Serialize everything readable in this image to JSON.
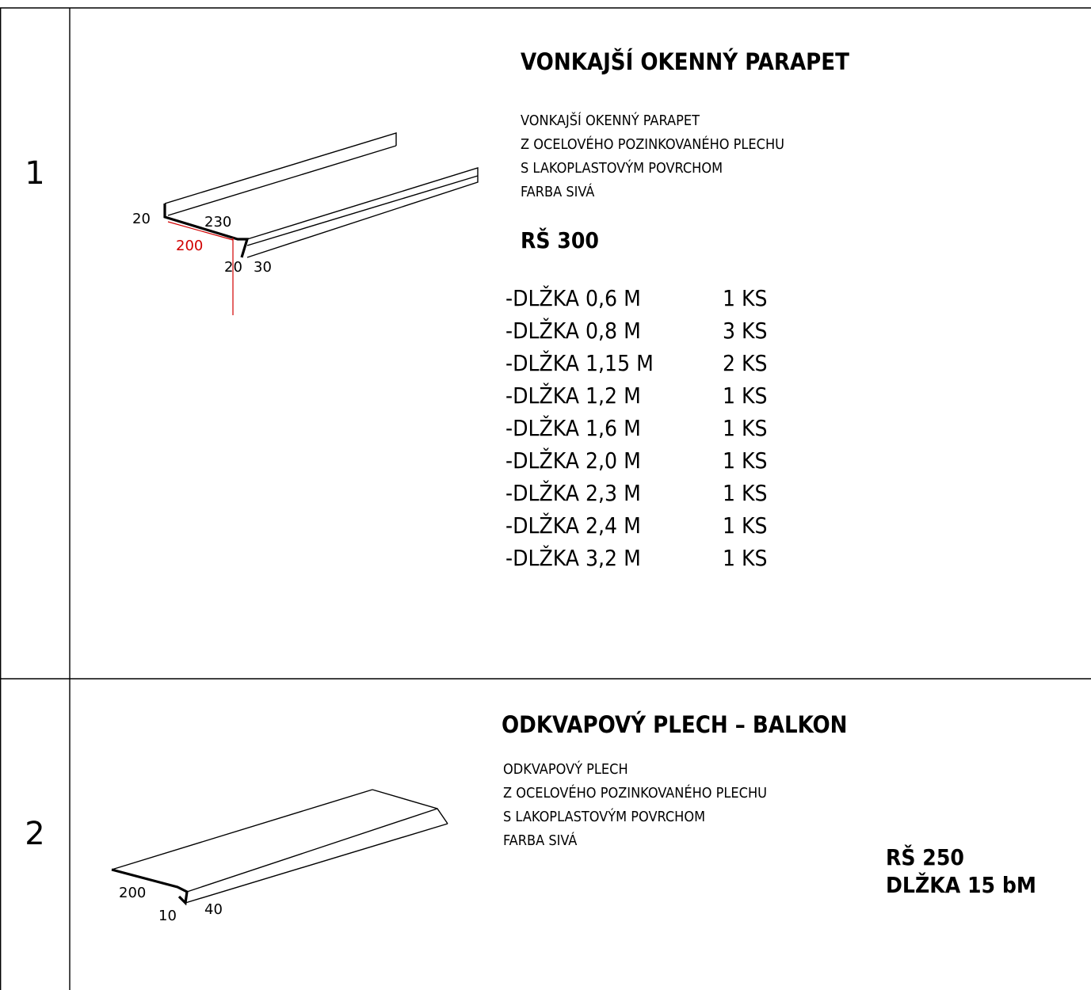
{
  "row1": {
    "number": "1",
    "title": "VONKAJŠÍ OKENNÝ PARAPET",
    "description": [
      "VONKAJŠÍ OKENNÝ PARAPET",
      "Z OCELOVÉHO POZINKOVANÉHO PLECHU",
      "S LAKOPLASTOVÝM POVRCHOM",
      "FARBA SIVÁ"
    ],
    "rs": "RŠ 300",
    "items": [
      {
        "length": "-DLŽKA 0,6 M",
        "qty": "1 KS"
      },
      {
        "length": "-DLŽKA 0,8 M",
        "qty": "3 KS"
      },
      {
        "length": "-DLŽKA 1,15 M",
        "qty": "2 KS"
      },
      {
        "length": "-DLŽKA 1,2 M",
        "qty": "1 KS"
      },
      {
        "length": "-DLŽKA 1,6 M",
        "qty": "1 KS"
      },
      {
        "length": "-DLŽKA 2,0 M",
        "qty": "1 KS"
      },
      {
        "length": "-DLŽKA 2,3 M",
        "qty": "1 KS"
      },
      {
        "length": "-DLŽKA 2,4 M",
        "qty": "1 KS"
      },
      {
        "length": "-DLŽKA 3,2 M",
        "qty": "1 KS"
      }
    ],
    "dims": {
      "d20a": "20",
      "d230": "230",
      "d200": "200",
      "d20b": "20",
      "d30": "30"
    }
  },
  "row2": {
    "number": "2",
    "title": "ODKVAPOVÝ PLECH – BALKON",
    "description": [
      "ODKVAPOVÝ PLECH",
      "Z OCELOVÉHO POZINKOVANÉHO PLECHU",
      "S LAKOPLASTOVÝM POVRCHOM",
      "FARBA SIVÁ"
    ],
    "rs": "RŠ 250",
    "length": "DLŽKA 15 bM",
    "dims": {
      "d200": "200",
      "d10": "10",
      "d40": "40"
    }
  },
  "colors": {
    "line": "#000000",
    "dimension_red": "#d10000",
    "background": "#ffffff"
  }
}
